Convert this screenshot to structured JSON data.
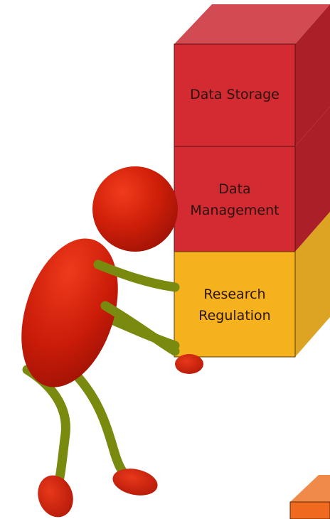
{
  "figure": {
    "blocks": [
      {
        "label": "Data Storage",
        "fill": "#d42a32",
        "side": "#ab1f28",
        "top": "#d34b52"
      },
      {
        "label": "Data\nManagement",
        "fill": "#d42a32",
        "side": "#ab1f28",
        "top": "#d34b52"
      },
      {
        "label": "Research\nRegulation",
        "fill": "#f6b21d",
        "side": "#dda323",
        "top": "#f3c14f"
      }
    ],
    "figure_icon": "stick-figure-pushing-icon",
    "colors": {
      "figure_body": "#c81b0a",
      "figure_limbs": "#7a8a0f",
      "partial_box": "#ef6a1f"
    }
  }
}
